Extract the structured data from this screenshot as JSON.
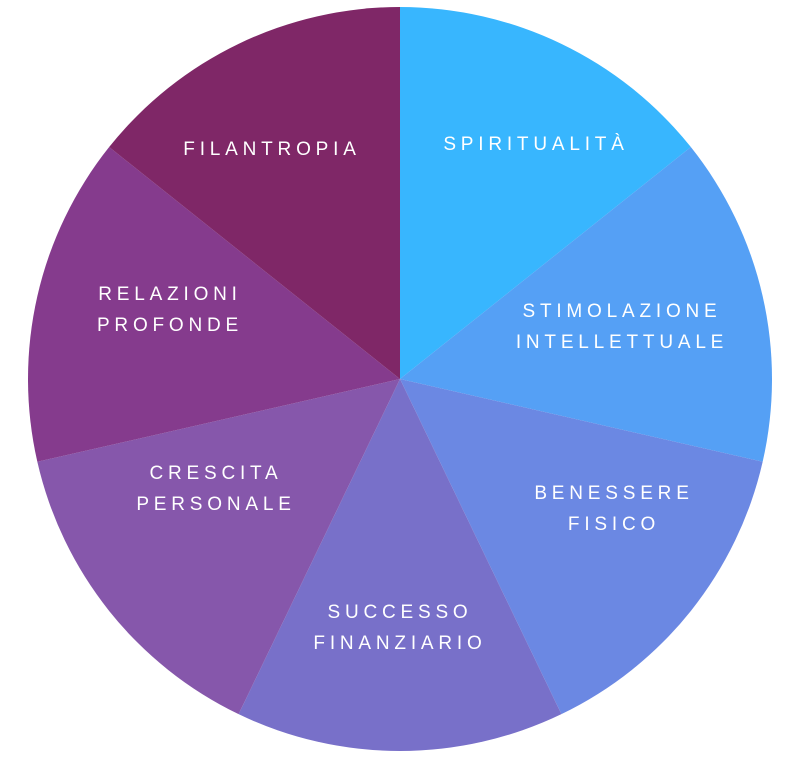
{
  "wheel": {
    "segments": [
      {
        "id": "spiritualita",
        "lines": [
          "SPIRITUALITÀ"
        ],
        "color": "#38b6fe"
      },
      {
        "id": "stimolazione-intellettuale",
        "lines": [
          "STIMOLAZIONE",
          "INTELLETTUALE"
        ],
        "color": "#55a0f5"
      },
      {
        "id": "benessere-fisico",
        "lines": [
          "BENESSERE",
          "FISICO"
        ],
        "color": "#6b88e3"
      },
      {
        "id": "successo-finanziario",
        "lines": [
          "SUCCESSO",
          "FINANZIARIO"
        ],
        "color": "#7870c9"
      },
      {
        "id": "crescita-personale",
        "lines": [
          "CRESCITA",
          "PERSONALE"
        ],
        "color": "#8657ab"
      },
      {
        "id": "relazioni-profonde",
        "lines": [
          "RELAZIONI",
          "PROFONDE"
        ],
        "color": "#853b8d"
      },
      {
        "id": "filantropia",
        "lines": [
          "FILANTROPIA"
        ],
        "color": "#7f2767"
      }
    ]
  }
}
